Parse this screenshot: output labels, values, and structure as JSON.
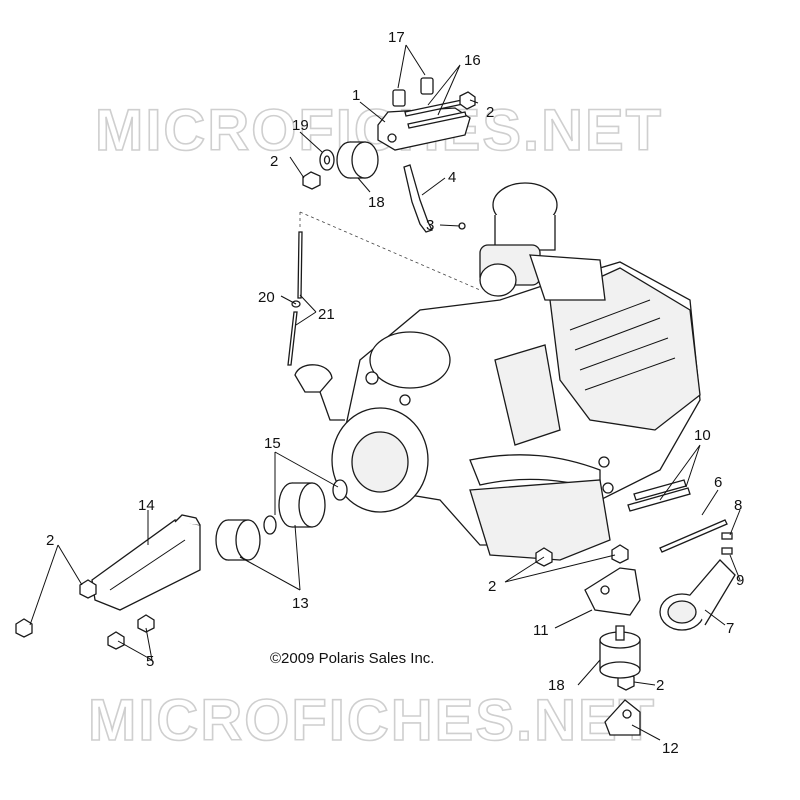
{
  "watermark": {
    "text": "MICROFICHES.NET",
    "color": "#cfcfcf"
  },
  "copyright": "©2009 Polaris Sales Inc.",
  "callouts": {
    "c1": "1",
    "c2a": "2",
    "c2b": "2",
    "c2c": "2",
    "c2d": "2",
    "c2e": "2",
    "c3": "3",
    "c4": "4",
    "c5": "5",
    "c6": "6",
    "c7": "7",
    "c8": "8",
    "c9": "9",
    "c10": "10",
    "c11": "11",
    "c12": "12",
    "c13": "13",
    "c14": "14",
    "c15": "15",
    "c16": "16",
    "c17": "17",
    "c18a": "18",
    "c18b": "18",
    "c19": "19",
    "c20": "20",
    "c21": "21"
  }
}
